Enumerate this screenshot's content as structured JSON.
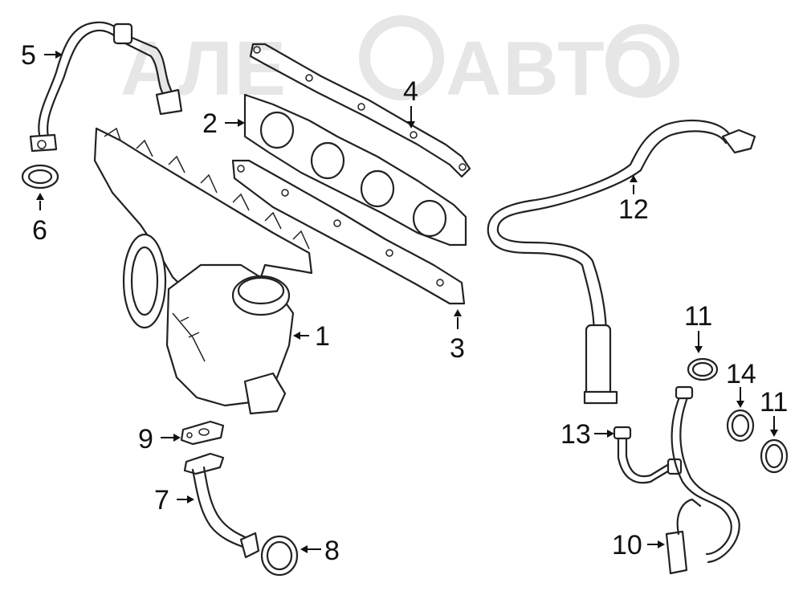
{
  "watermark": {
    "text": "АЛЕ",
    "text2": "АВТО"
  },
  "callouts": [
    {
      "id": "1",
      "label": "1"
    },
    {
      "id": "2",
      "label": "2"
    },
    {
      "id": "3",
      "label": "3"
    },
    {
      "id": "4",
      "label": "4"
    },
    {
      "id": "5",
      "label": "5"
    },
    {
      "id": "6",
      "label": "6"
    },
    {
      "id": "7",
      "label": "7"
    },
    {
      "id": "8",
      "label": "8"
    },
    {
      "id": "9",
      "label": "9"
    },
    {
      "id": "10",
      "label": "10"
    },
    {
      "id": "11a",
      "label": "11"
    },
    {
      "id": "11b",
      "label": "11"
    },
    {
      "id": "12",
      "label": "12"
    },
    {
      "id": "13",
      "label": "13"
    },
    {
      "id": "14",
      "label": "14"
    }
  ]
}
